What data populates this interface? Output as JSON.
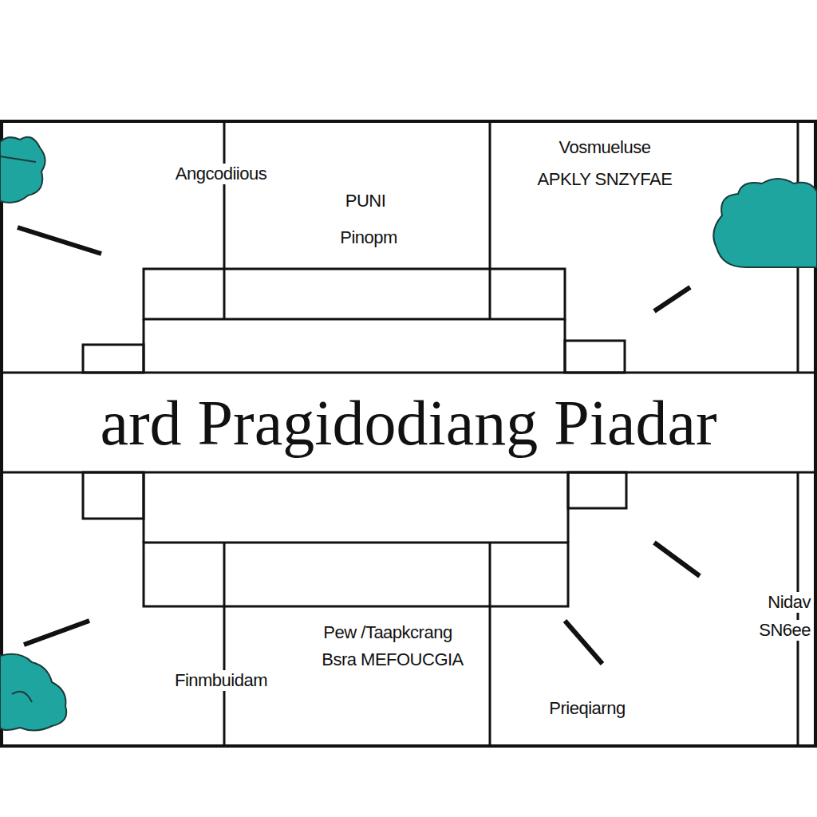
{
  "diagram": {
    "title": "ard Pragidodiang Piadar",
    "labels": [
      "Angcodiious",
      "PUNI",
      "Pinopm",
      "Vosmueluse",
      "APKLY SNZYFAE",
      "Pew /Taapkcrang",
      "Bsra MEFOUCGIA",
      "Finmbuidam",
      "Prieqiarng",
      "Nidav",
      "SN6ee"
    ]
  }
}
